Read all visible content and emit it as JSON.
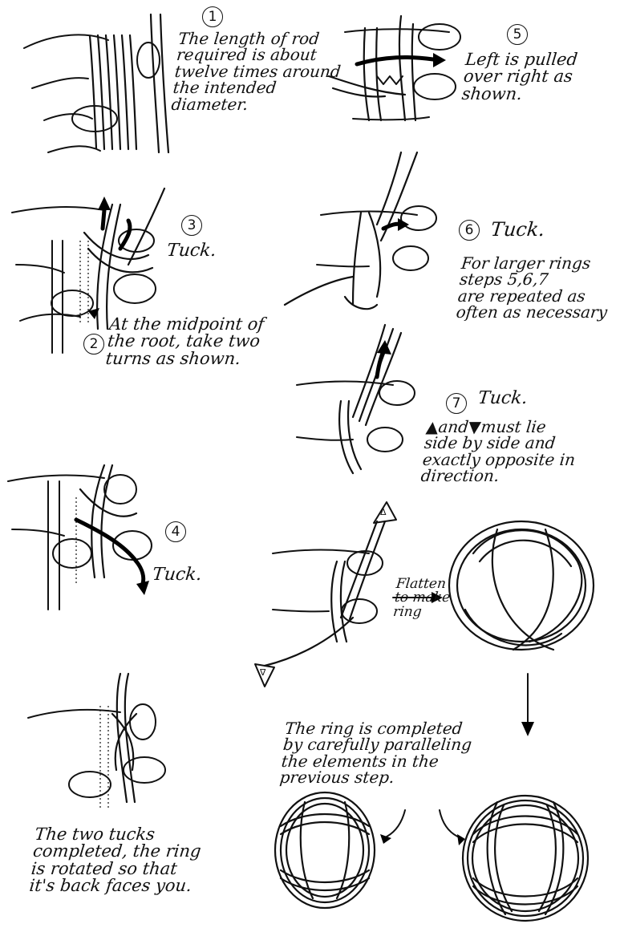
{
  "steps": {
    "s1": {
      "num": "1",
      "text": "The length of rod\nrequired is about\ntwelve times around\nthe intended\ndiameter."
    },
    "s5": {
      "num": "5",
      "text": "Left is pulled\nover right as\nshown."
    },
    "s3": {
      "num": "3",
      "text": "Tuck."
    },
    "s6": {
      "num": "6",
      "text": "Tuck.",
      "note": "For larger rings\nsteps 5,6,7\nare repeated as\noften as necessary"
    },
    "s2": {
      "num": "2",
      "text": "At the midpoint of\nthe root, take two\nturns as shown."
    },
    "s7": {
      "num": "7",
      "text": "Tuck.",
      "note": "▲and▼must lie\nside by side and\nexactly opposite in\ndirection."
    },
    "s4": {
      "num": "4",
      "text": "Tuck."
    },
    "flatten": {
      "text": "Flatten\nto make\nring"
    },
    "completed": {
      "text": "The ring is completed\nby carefully paralleling\nthe elements in the\nprevious step."
    },
    "tucks": {
      "text": "The two tucks\ncompleted, the ring\nis rotated so that\nit's back faces you."
    }
  },
  "markers": {
    "up": "Δ",
    "down": "∇"
  },
  "colors": {
    "ink": "#111111",
    "paper": "#ffffff"
  }
}
